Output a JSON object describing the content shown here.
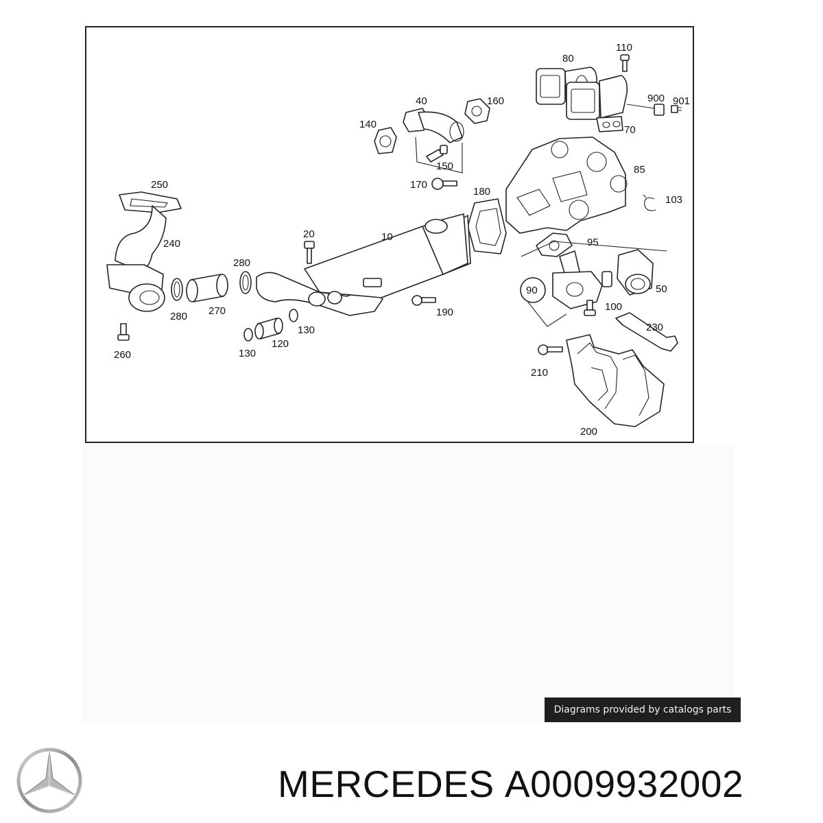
{
  "diagram": {
    "callouts": [
      {
        "id": "c110",
        "text": "110"
      },
      {
        "id": "c80",
        "text": "80"
      },
      {
        "id": "c900",
        "text": "900"
      },
      {
        "id": "c901",
        "text": "901"
      },
      {
        "id": "c70",
        "text": "70"
      },
      {
        "id": "c40",
        "text": "40"
      },
      {
        "id": "c160",
        "text": "160"
      },
      {
        "id": "c140",
        "text": "140"
      },
      {
        "id": "c150",
        "text": "150"
      },
      {
        "id": "c170",
        "text": "170"
      },
      {
        "id": "c85",
        "text": "85"
      },
      {
        "id": "c250",
        "text": "250"
      },
      {
        "id": "c180",
        "text": "180"
      },
      {
        "id": "c103",
        "text": "103"
      },
      {
        "id": "c240",
        "text": "240"
      },
      {
        "id": "c20",
        "text": "20"
      },
      {
        "id": "c10",
        "text": "10"
      },
      {
        "id": "c95",
        "text": "95"
      },
      {
        "id": "c280a",
        "text": "280"
      },
      {
        "id": "c90",
        "text": "90"
      },
      {
        "id": "c50",
        "text": "50"
      },
      {
        "id": "c280b",
        "text": "280"
      },
      {
        "id": "c270",
        "text": "270"
      },
      {
        "id": "c190",
        "text": "190"
      },
      {
        "id": "c100",
        "text": "100"
      },
      {
        "id": "c130a",
        "text": "130"
      },
      {
        "id": "c120",
        "text": "120"
      },
      {
        "id": "c130b",
        "text": "130"
      },
      {
        "id": "c230",
        "text": "230"
      },
      {
        "id": "c260",
        "text": "260"
      },
      {
        "id": "c210",
        "text": "210"
      },
      {
        "id": "c200",
        "text": "200"
      }
    ]
  },
  "credit": "Diagrams provided by catalogs parts",
  "brand": "MERCEDES",
  "part_number": "A0009932002",
  "logo_icon": "mercedes-star-icon",
  "colors": {
    "text": "#111111",
    "credit_bg": "#1f1f1f",
    "credit_text": "#f2f2f2"
  }
}
